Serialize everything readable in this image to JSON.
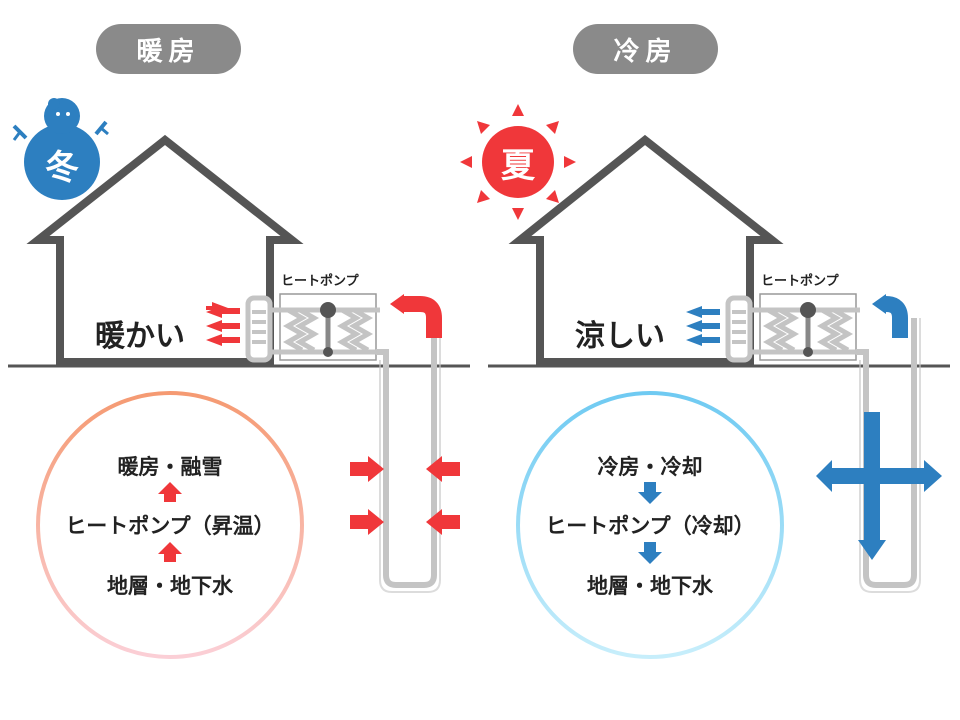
{
  "colors": {
    "heat": "#f0373a",
    "cool": "#2d7fc0",
    "house": "#555555",
    "pipe": "#c4c4c4",
    "pill_bg": "#8a8a8a"
  },
  "heating": {
    "title": "暖房",
    "season_badge": "冬",
    "season_icon": "snowman-icon",
    "indoor_label": "暖かい",
    "heatpump_label": "ヒートポンプ",
    "cycle": {
      "top": "暖房・融雪",
      "middle": "ヒートポンプ（昇温）",
      "bottom": "地層・地下水"
    }
  },
  "cooling": {
    "title": "冷房",
    "season_badge": "夏",
    "season_icon": "sun-icon",
    "indoor_label": "涼しい",
    "heatpump_label": "ヒートポンプ",
    "cycle": {
      "top": "冷房・冷却",
      "middle": "ヒートポンプ（冷却）",
      "bottom": "地層・地下水"
    }
  }
}
